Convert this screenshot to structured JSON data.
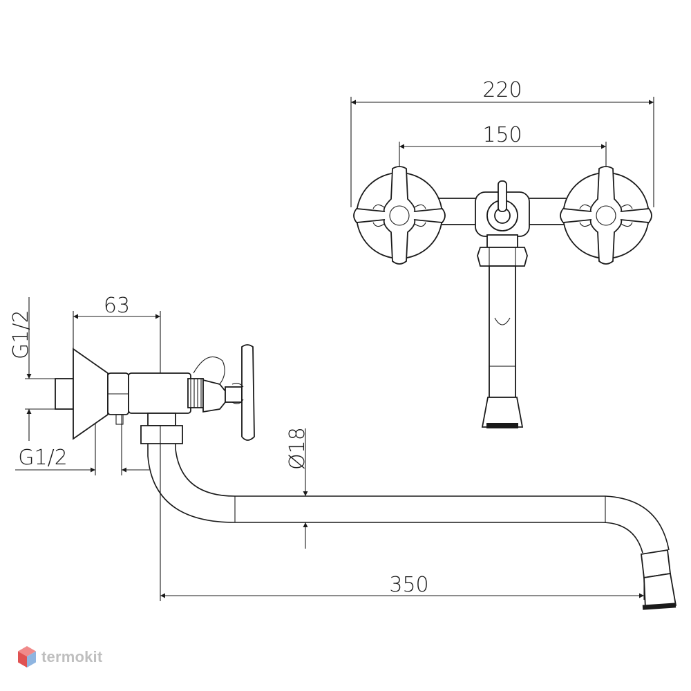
{
  "dimensions": {
    "overall_width": "220",
    "handle_spacing": "150",
    "wall_depth": "63",
    "inlet_thread_top": "G1/2",
    "inlet_thread_bottom": "G1/2",
    "spout_diameter": "Ø18",
    "spout_length": "350"
  },
  "watermark": {
    "brand": "termokit",
    "colors": {
      "hex_top": "#f08a8a",
      "hex_left": "#e05252",
      "hex_right": "#8fb5e0"
    }
  },
  "colors": {
    "line": "#1a1a1a",
    "background": "#ffffff"
  }
}
